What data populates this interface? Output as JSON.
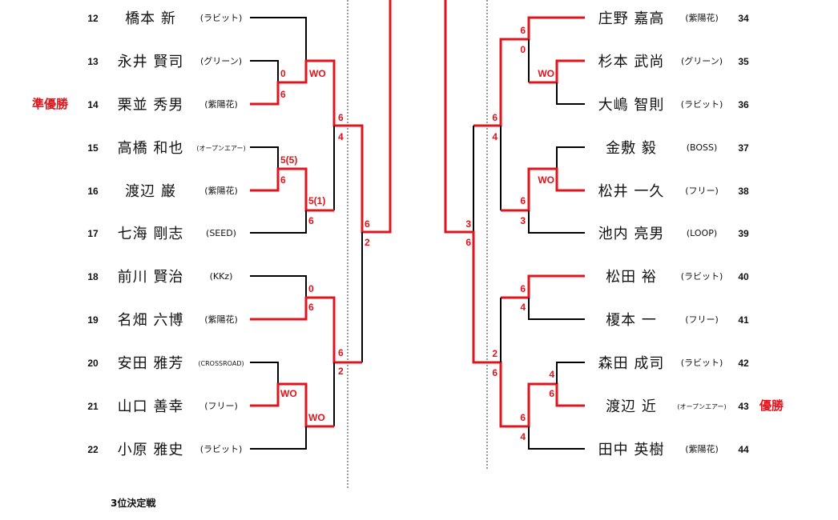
{
  "left_players": [
    {
      "no": "12",
      "name": "橋本 新",
      "team": "(ラビット)"
    },
    {
      "no": "13",
      "name": "永井 賢司",
      "team": "(グリーン)"
    },
    {
      "no": "14",
      "name": "栗並 秀男",
      "team": "(紫陽花)"
    },
    {
      "no": "15",
      "name": "高橋 和也",
      "team": "(オープンエアー)"
    },
    {
      "no": "16",
      "name": "渡辺 巌",
      "team": "(紫陽花)"
    },
    {
      "no": "17",
      "name": "七海 剛志",
      "team": "(SEED)"
    },
    {
      "no": "18",
      "name": "前川 賢治",
      "team": "(KKz)"
    },
    {
      "no": "19",
      "name": "名畑 六博",
      "team": "(紫陽花)"
    },
    {
      "no": "20",
      "name": "安田 雅芳",
      "team": "(CROSSROAD)"
    },
    {
      "no": "21",
      "name": "山口 善幸",
      "team": "(フリー)"
    },
    {
      "no": "22",
      "name": "小原 雅史",
      "team": "(ラビット)"
    }
  ],
  "right_players": [
    {
      "no": "34",
      "name": "庄野 嘉高",
      "team": "(紫陽花)"
    },
    {
      "no": "35",
      "name": "杉本 武尚",
      "team": "(グリーン)"
    },
    {
      "no": "36",
      "name": "大嶋 智則",
      "team": "(ラビット)"
    },
    {
      "no": "37",
      "name": "金敷 毅",
      "team": "(BOSS)"
    },
    {
      "no": "38",
      "name": "松井 一久",
      "team": "(フリー)"
    },
    {
      "no": "39",
      "name": "池内 亮男",
      "team": "(LOOP)"
    },
    {
      "no": "40",
      "name": "松田 裕",
      "team": "(ラビット)"
    },
    {
      "no": "41",
      "name": "榎本 一",
      "team": "(フリー)"
    },
    {
      "no": "42",
      "name": "森田 成司",
      "team": "(ラビット)"
    },
    {
      "no": "43",
      "name": "渡辺 近",
      "team": "(オープンエアー)"
    },
    {
      "no": "44",
      "name": "田中 英樹",
      "team": "(紫陽花)"
    }
  ],
  "scores": {
    "left": [
      "0",
      "6",
      "WO",
      "6",
      "4",
      "5(5)",
      "6",
      "5(1)",
      "6",
      "6",
      "2",
      "0",
      "6",
      "6",
      "2",
      "WO",
      "WO"
    ],
    "right": [
      "6",
      "0",
      "WO",
      "6",
      "4",
      "WO",
      "6",
      "3",
      "3",
      "6",
      "6",
      "4",
      "2",
      "6",
      "4",
      "6",
      "6",
      "4"
    ]
  },
  "labels": {
    "runner_up": "準優勝",
    "winner": "優勝",
    "third_place": "3位決定戦"
  },
  "colors": {
    "winner_line": "#e0141c",
    "loser_line": "#000000"
  }
}
